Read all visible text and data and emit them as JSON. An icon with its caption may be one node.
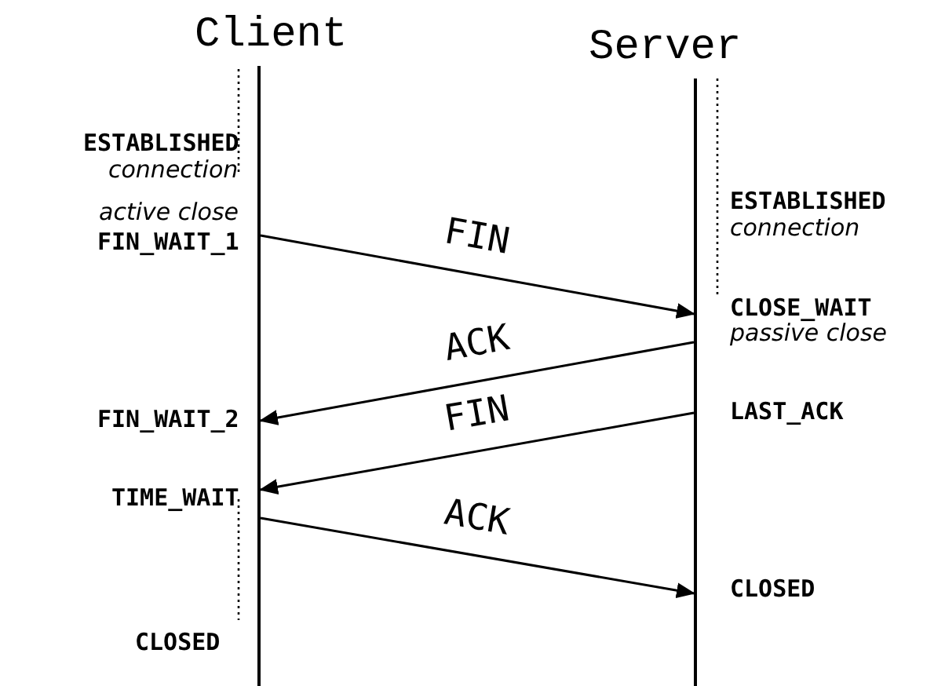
{
  "diagram": {
    "nodes": [
      {
        "text": [
          "Client"
        ]
      },
      {
        "text": [
          "Server"
        ]
      }
    ],
    "edges": [
      {
        "from": 0,
        "to": 1,
        "arrow": "to",
        "label": "FIN"
      },
      {
        "from": 1,
        "to": 0,
        "arrow": "to",
        "label": "ACK"
      },
      {
        "from": 1,
        "to": 0,
        "arrow": "to",
        "label": "FIN"
      },
      {
        "from": 0,
        "to": 1,
        "arrow": "to",
        "label": "ACK"
      }
    ],
    "labels": [
      "ESTABLISHED",
      "connection",
      "active close",
      "FIN_WAIT_1",
      "ESTABLISHED",
      "connection",
      "CLOSE_WAIT",
      "passive close",
      "FIN_WAIT_2",
      "LAST_ACK",
      "TIME_WAIT",
      "CLOSED",
      "CLOSED"
    ]
  }
}
